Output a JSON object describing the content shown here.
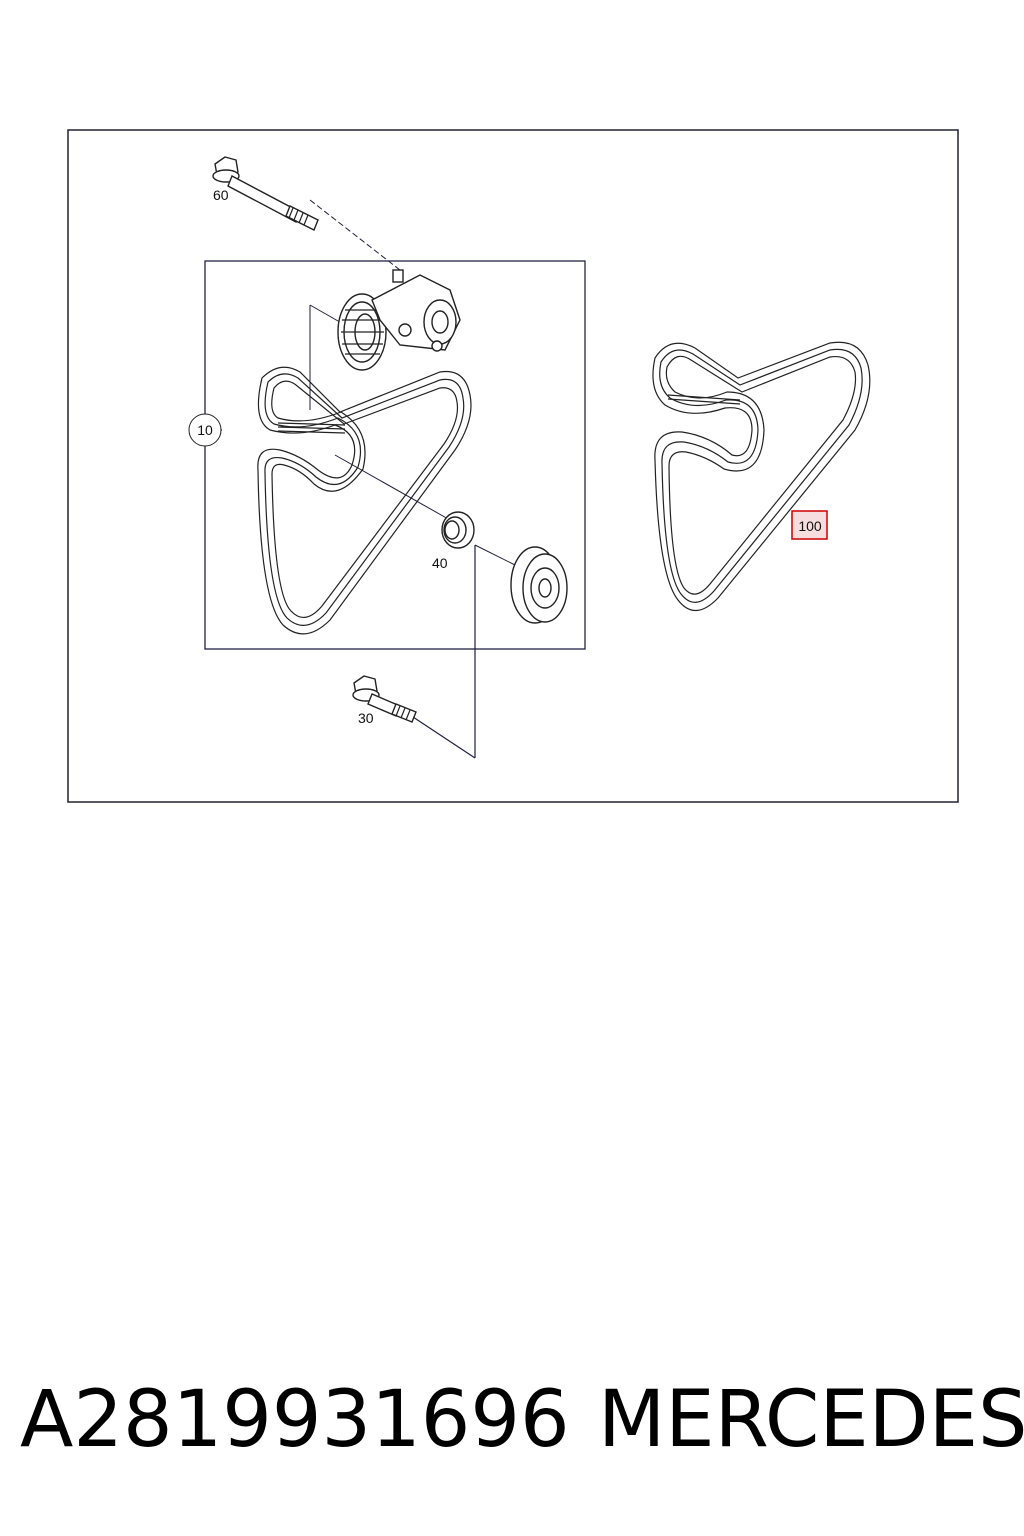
{
  "diagram": {
    "callouts": {
      "c60": "60",
      "c10": "10",
      "c40": "40",
      "c30": "30",
      "c100": "100"
    },
    "highlight_color": "#cc0000"
  },
  "caption": {
    "part_number": "A2819931696",
    "brand": "MERCEDES"
  }
}
